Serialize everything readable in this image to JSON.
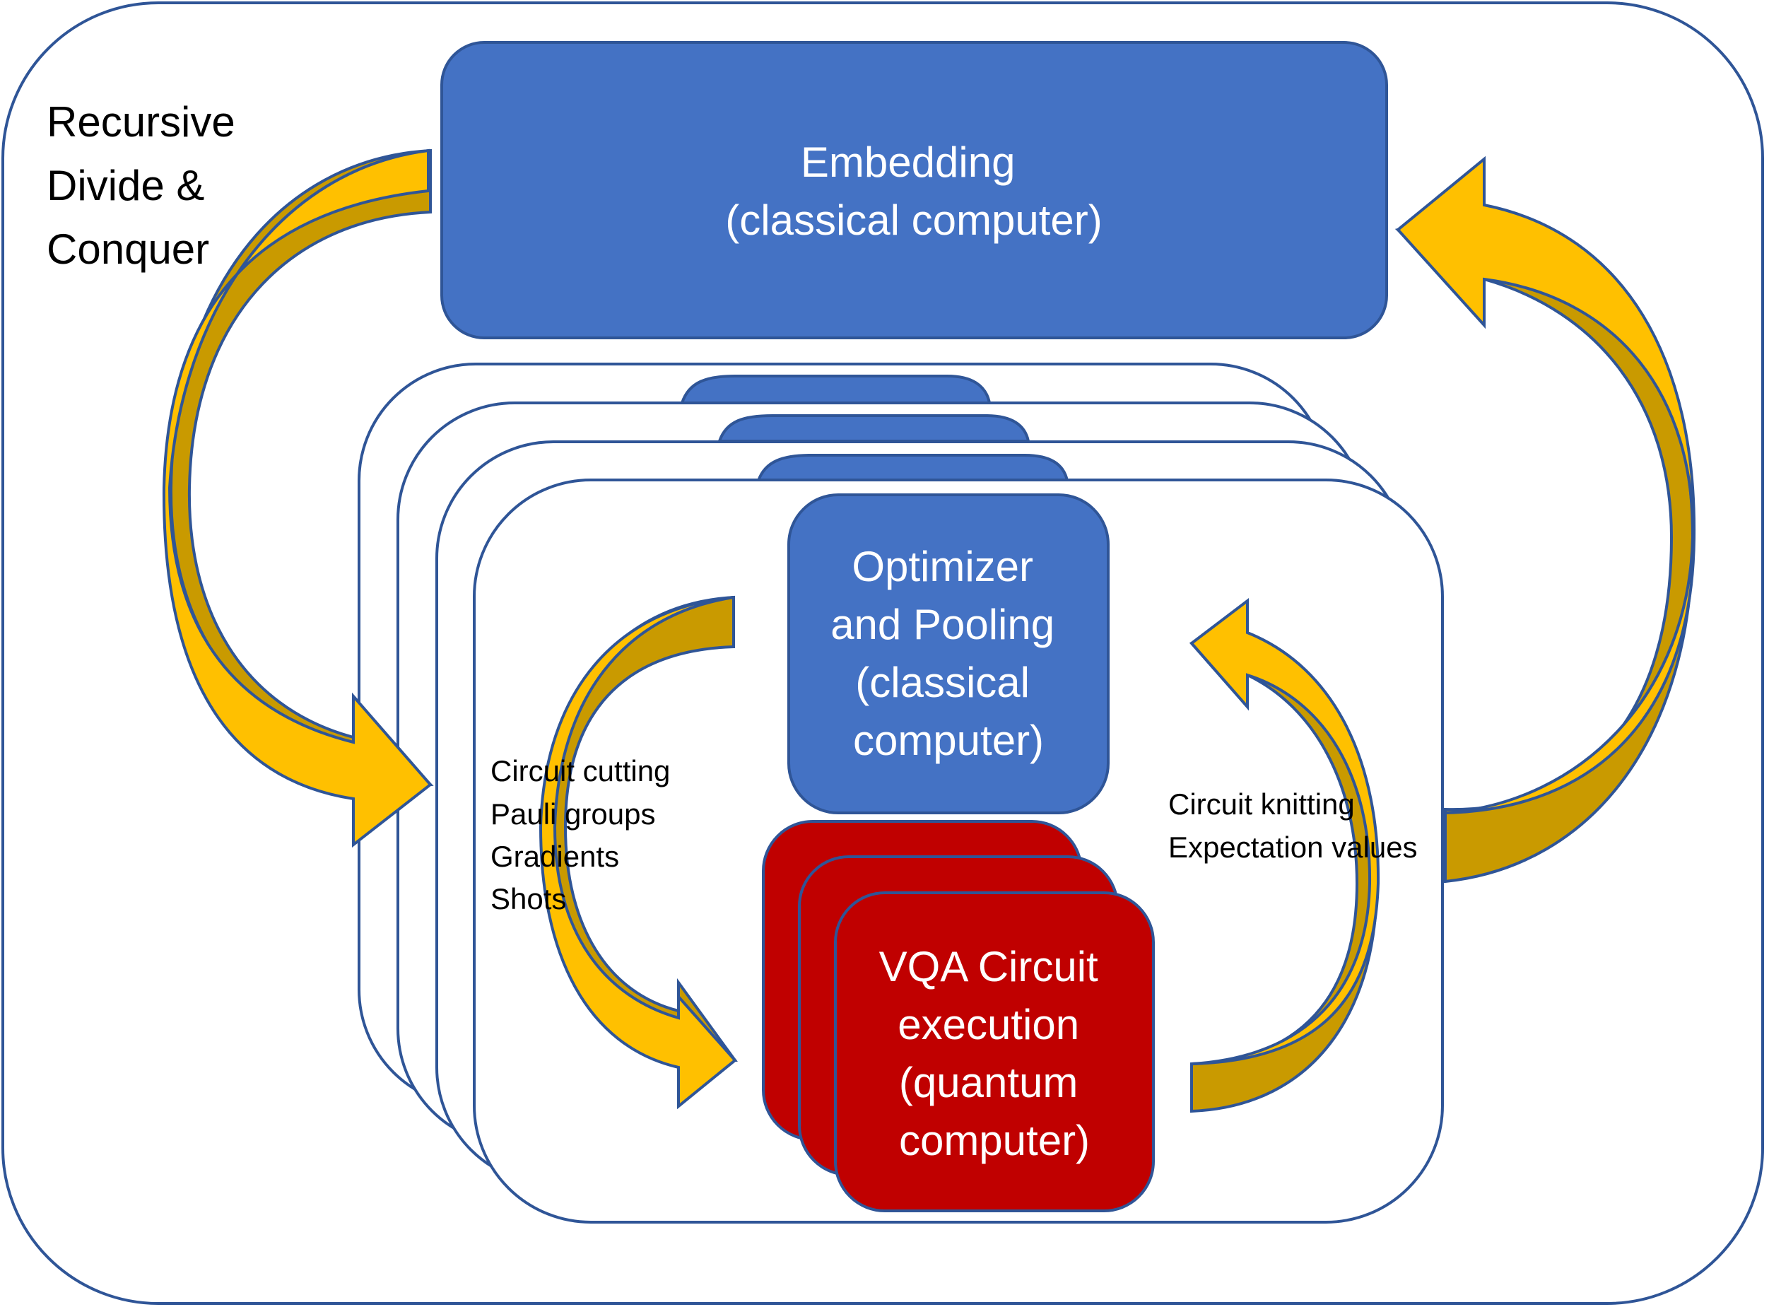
{
  "outer_frame": {
    "label_lines": [
      "Recursive",
      "Divide &",
      "Conquer"
    ]
  },
  "embedding": {
    "lines": [
      "Embedding",
      "(classical computer)"
    ]
  },
  "optimizer": {
    "lines": [
      "Optimizer",
      "and Pooling",
      "(classical",
      "computer)"
    ]
  },
  "vqa": {
    "lines": [
      "VQA Circuit",
      "execution",
      "(quantum",
      "computer)"
    ]
  },
  "left_annotation": {
    "lines": [
      "Circuit cutting",
      "Pauli groups",
      "Gradients",
      "Shots"
    ]
  },
  "right_annotation": {
    "lines": [
      "Circuit knitting",
      "Expectation values"
    ]
  },
  "colors": {
    "frame_stroke": "#2f5597",
    "classical_fill": "#4472c4",
    "quantum_fill": "#c00000",
    "arrow_light": "#ffc000",
    "arrow_dark": "#c99a00",
    "arrow_stroke": "#2f5597"
  },
  "icons": {
    "outer_loop_down": "curved-arrow-down-right",
    "outer_loop_up": "curved-arrow-up-left",
    "inner_loop_down": "curved-arrow-down-right",
    "inner_loop_up": "curved-arrow-up-left"
  }
}
